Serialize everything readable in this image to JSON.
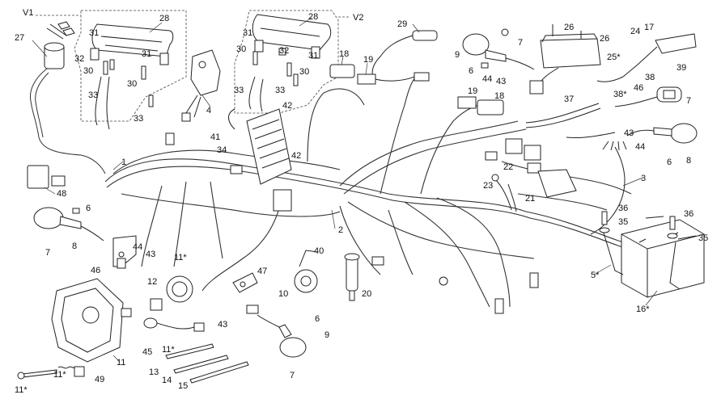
{
  "diagram": {
    "callouts": [
      {
        "id": "v1",
        "text": "V1"
      },
      {
        "id": "v2",
        "text": "V2"
      },
      {
        "id": "c27",
        "text": "27"
      },
      {
        "id": "c28a",
        "text": "28"
      },
      {
        "id": "c28b",
        "text": "28"
      },
      {
        "id": "c31a",
        "text": "31"
      },
      {
        "id": "c31b",
        "text": "31"
      },
      {
        "id": "c31c",
        "text": "31"
      },
      {
        "id": "c31d",
        "text": "31"
      },
      {
        "id": "c32a",
        "text": "32"
      },
      {
        "id": "c32b",
        "text": "32"
      },
      {
        "id": "c30a",
        "text": "30"
      },
      {
        "id": "c30b",
        "text": "30"
      },
      {
        "id": "c30c",
        "text": "30"
      },
      {
        "id": "c30d",
        "text": "30"
      },
      {
        "id": "c33a",
        "text": "33"
      },
      {
        "id": "c33b",
        "text": "33"
      },
      {
        "id": "c33c",
        "text": "33"
      },
      {
        "id": "c33d",
        "text": "33"
      },
      {
        "id": "c4",
        "text": "4"
      },
      {
        "id": "c29",
        "text": "29"
      },
      {
        "id": "c18a",
        "text": "18"
      },
      {
        "id": "c18b",
        "text": "18"
      },
      {
        "id": "c19a",
        "text": "19"
      },
      {
        "id": "c19b",
        "text": "19"
      },
      {
        "id": "c42a",
        "text": "42"
      },
      {
        "id": "c42b",
        "text": "42"
      },
      {
        "id": "c41",
        "text": "41"
      },
      {
        "id": "c34",
        "text": "34"
      },
      {
        "id": "c9a",
        "text": "9"
      },
      {
        "id": "c9b",
        "text": "9"
      },
      {
        "id": "c7a",
        "text": "7"
      },
      {
        "id": "c7b",
        "text": "7"
      },
      {
        "id": "c7c",
        "text": "7"
      },
      {
        "id": "c7d",
        "text": "7"
      },
      {
        "id": "c6a",
        "text": "6"
      },
      {
        "id": "c6b",
        "text": "6"
      },
      {
        "id": "c6c",
        "text": "6"
      },
      {
        "id": "c6d",
        "text": "6"
      },
      {
        "id": "c44a",
        "text": "44"
      },
      {
        "id": "c44b",
        "text": "44"
      },
      {
        "id": "c44c",
        "text": "44"
      },
      {
        "id": "c43a",
        "text": "43"
      },
      {
        "id": "c43b",
        "text": "43"
      },
      {
        "id": "c43c",
        "text": "43"
      },
      {
        "id": "c43d",
        "text": "43"
      },
      {
        "id": "c26a",
        "text": "26"
      },
      {
        "id": "c26b",
        "text": "26"
      },
      {
        "id": "c25",
        "text": "25*"
      },
      {
        "id": "c24",
        "text": "24"
      },
      {
        "id": "c17",
        "text": "17"
      },
      {
        "id": "c39",
        "text": "39"
      },
      {
        "id": "c38a",
        "text": "38"
      },
      {
        "id": "c38b",
        "text": "38*"
      },
      {
        "id": "c46a",
        "text": "46"
      },
      {
        "id": "c46b",
        "text": "46"
      },
      {
        "id": "c37",
        "text": "37"
      },
      {
        "id": "c8a",
        "text": "8"
      },
      {
        "id": "c8b",
        "text": "8"
      },
      {
        "id": "c3",
        "text": "3"
      },
      {
        "id": "c22",
        "text": "22"
      },
      {
        "id": "c23",
        "text": "23"
      },
      {
        "id": "c21",
        "text": "21"
      },
      {
        "id": "c36a",
        "text": "36"
      },
      {
        "id": "c36b",
        "text": "36"
      },
      {
        "id": "c35a",
        "text": "35"
      },
      {
        "id": "c35b",
        "text": "35"
      },
      {
        "id": "c5",
        "text": "5*"
      },
      {
        "id": "c16",
        "text": "16*"
      },
      {
        "id": "c1",
        "text": "1"
      },
      {
        "id": "c2",
        "text": "2"
      },
      {
        "id": "c48",
        "text": "48"
      },
      {
        "id": "c40",
        "text": "40"
      },
      {
        "id": "c10",
        "text": "10"
      },
      {
        "id": "c20",
        "text": "20"
      },
      {
        "id": "c47",
        "text": "47"
      },
      {
        "id": "c11a",
        "text": "11*"
      },
      {
        "id": "c11b",
        "text": "11*"
      },
      {
        "id": "c11c",
        "text": "11*"
      },
      {
        "id": "c11d",
        "text": "11*"
      },
      {
        "id": "c11e",
        "text": "11"
      },
      {
        "id": "c12",
        "text": "12"
      },
      {
        "id": "c45",
        "text": "45"
      },
      {
        "id": "c13",
        "text": "13"
      },
      {
        "id": "c14",
        "text": "14"
      },
      {
        "id": "c15",
        "text": "15"
      },
      {
        "id": "c49",
        "text": "49"
      }
    ]
  }
}
